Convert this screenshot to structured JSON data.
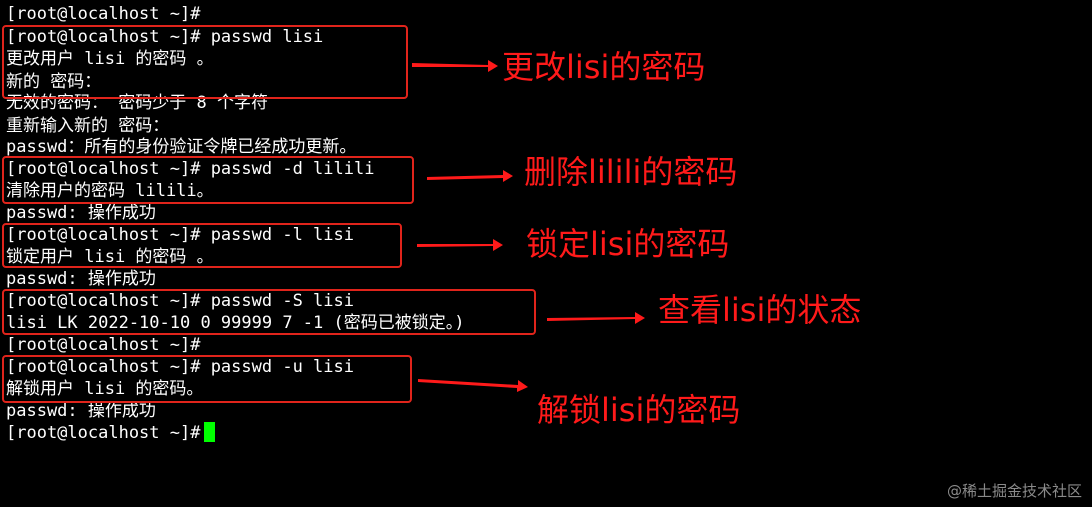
{
  "terminal": {
    "lines": [
      "[root@localhost ~]#",
      "[root@localhost ~]# passwd lisi",
      "更改用户 lisi 的密码 。",
      "新的 密码：",
      "无效的密码： 密码少于 8 个字符",
      "重新输入新的 密码：",
      "passwd：所有的身份验证令牌已经成功更新。",
      "[root@localhost ~]# passwd -d lilili",
      "清除用户的密码 lilili。",
      "passwd: 操作成功",
      "[root@localhost ~]# passwd -l lisi",
      "锁定用户 lisi 的密码 。",
      "passwd: 操作成功",
      "[root@localhost ~]# passwd -S lisi",
      "lisi LK 2022-10-10 0 99999 7 -1 (密码已被锁定。)",
      "[root@localhost ~]#",
      "[root@localhost ~]# passwd -u lisi",
      "解锁用户 lisi 的密码。",
      "passwd: 操作成功",
      "[root@localhost ~]#"
    ]
  },
  "annotations": {
    "note_1": "更改lisi的密码",
    "note_2": "删除lilili的密码",
    "note_3": "锁定lisi的密码",
    "note_4": "查看lisi的状态",
    "note_5": "解锁lisi的密码"
  },
  "watermark": "@稀土掘金技术社区",
  "colors": {
    "background": "#000000",
    "text": "#ffffff",
    "annotation": "#ff1a1a",
    "cursor": "#00ff00"
  }
}
